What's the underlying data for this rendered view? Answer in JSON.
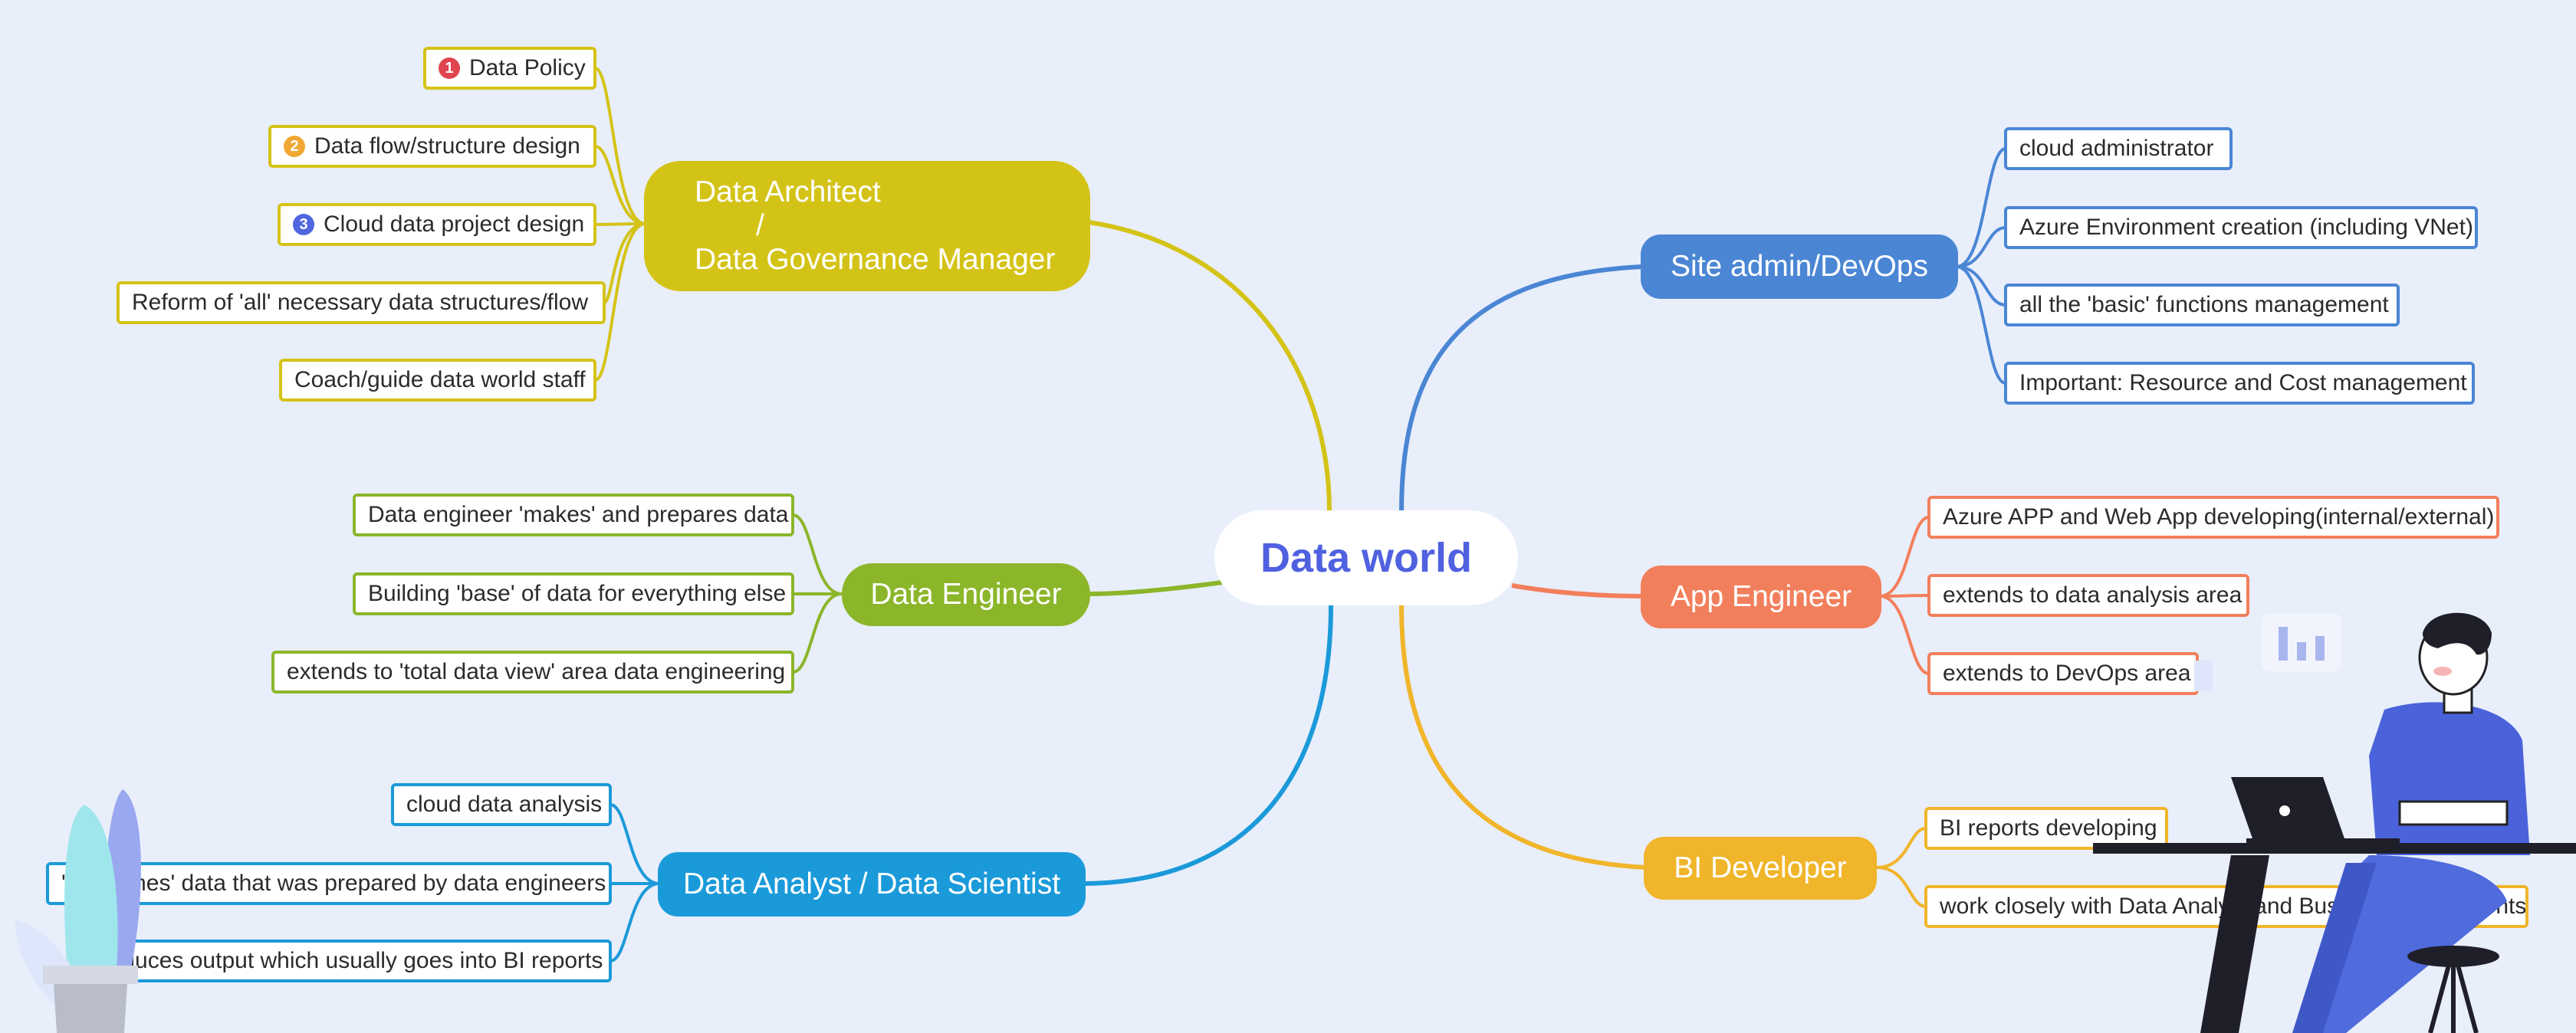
{
  "central": {
    "title": "Data world",
    "color": "#5061e0"
  },
  "branches": {
    "architect": {
      "line1": "Data Architect",
      "line2": "/",
      "line3": "Data Governance Manager",
      "color": "#d4c317",
      "items": [
        {
          "label": "Data Policy",
          "marker": "1",
          "marker_color": "#e0454f"
        },
        {
          "label": "Data flow/structure design",
          "marker": "2",
          "marker_color": "#f0a833"
        },
        {
          "label": "Cloud data project design",
          "marker": "3",
          "marker_color": "#5066e0"
        },
        {
          "label": "Reform of 'all' necessary data structures/flow"
        },
        {
          "label": "Coach/guide data world staff"
        }
      ]
    },
    "engineer": {
      "label": "Data Engineer",
      "color": "#8bb62a",
      "items": [
        {
          "label": "Data engineer 'makes' and prepares data"
        },
        {
          "label": "Building 'base' of data for everything else"
        },
        {
          "label": "extends to 'total data view' area data engineering"
        }
      ]
    },
    "analyst": {
      "label": "Data Analyst / Data Scientist",
      "color": "#1b9ad9",
      "items": [
        {
          "label": "cloud data analysis"
        },
        {
          "label": "'consumes' data that was prepared by data engineers"
        },
        {
          "label": "produces output which usually goes into BI reports"
        }
      ]
    },
    "devops": {
      "label": "Site admin/DevOps",
      "color": "#4a86d4",
      "items": [
        {
          "label": "cloud administrator"
        },
        {
          "label": "Azure Environment creation (including VNet)"
        },
        {
          "label": "all the 'basic' functions management"
        },
        {
          "label": "Important: Resource and Cost management"
        }
      ]
    },
    "app": {
      "label": "App Engineer",
      "color": "#f27f5c",
      "items": [
        {
          "label": "Azure APP and Web App developing(internal/external)"
        },
        {
          "label": "extends to data analysis area"
        },
        {
          "label": "extends to DevOps area"
        }
      ]
    },
    "bi": {
      "label": "BI Developer",
      "color": "#f0b52a",
      "items": [
        {
          "label": "BI reports developing"
        },
        {
          "label": "work closely with Data Analyst and Business departments"
        }
      ]
    }
  },
  "illustrations": {
    "plant": "plant-illustration",
    "person": "person-with-laptop-illustration",
    "chart": "chart-icon"
  }
}
